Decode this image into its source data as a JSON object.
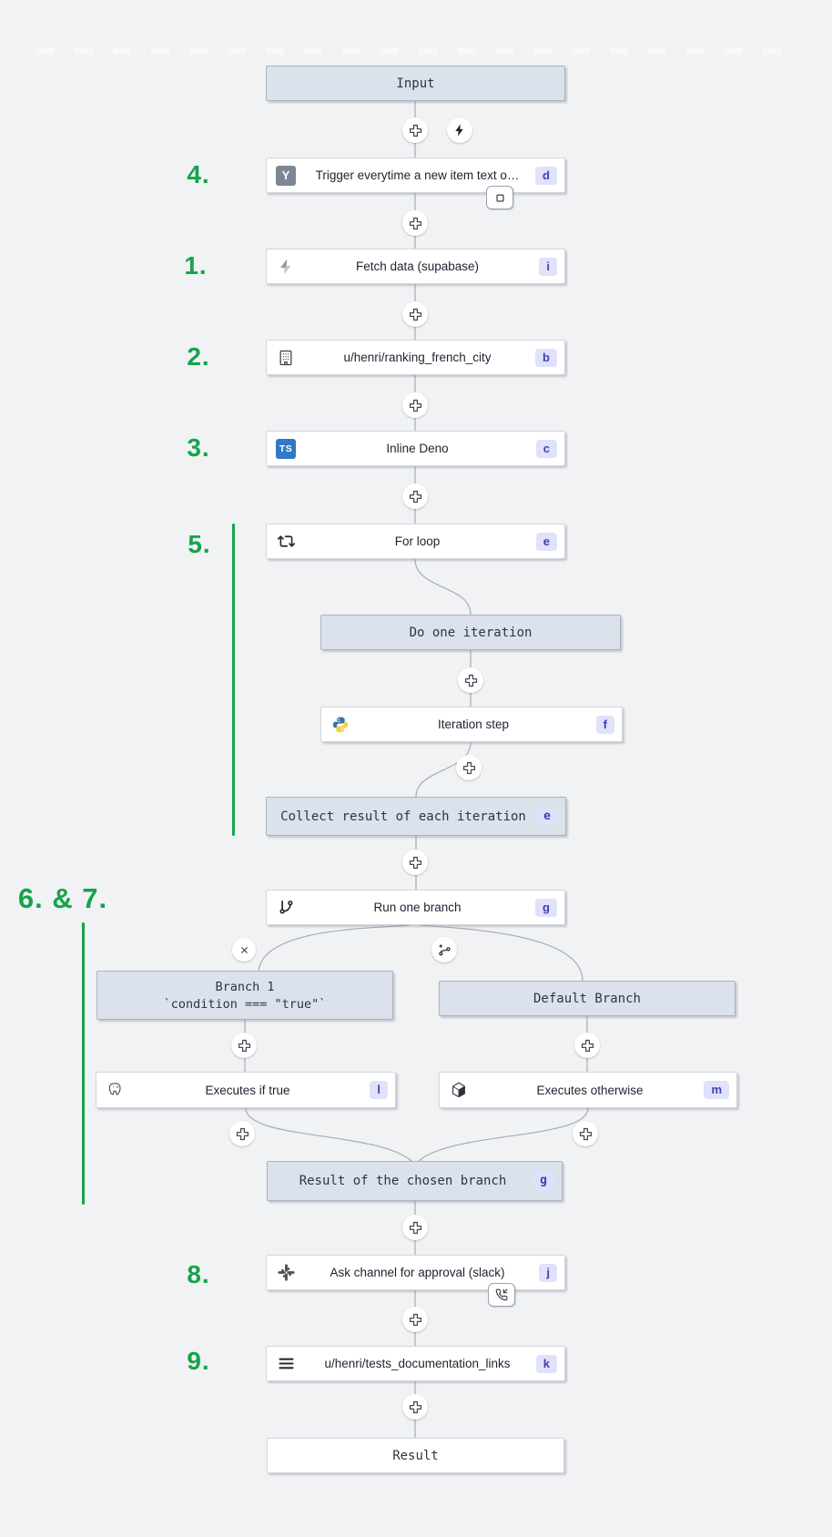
{
  "annotations": {
    "step_1": "1.",
    "step_2": "2.",
    "step_3": "3.",
    "step_4": "4.",
    "step_5": "5.",
    "step_6_7": "6. & 7.",
    "step_8": "8.",
    "step_9": "9."
  },
  "nodes": {
    "input": {
      "label": "Input"
    },
    "trigger": {
      "label": "Trigger everytime a new item text o…",
      "badge": "d",
      "icon": "hackernews-y-icon"
    },
    "fetch_data": {
      "label": "Fetch data (supabase)",
      "badge": "i",
      "icon": "supabase-bolt-icon"
    },
    "ranking_script": {
      "label": "u/henri/ranking_french_city",
      "badge": "b",
      "icon": "building-icon"
    },
    "inline_deno": {
      "label": "Inline Deno",
      "badge": "c",
      "icon": "typescript-icon"
    },
    "for_loop": {
      "label": "For loop",
      "badge": "e",
      "icon": "repeat-icon"
    },
    "do_one_iteration": {
      "label": "Do one iteration"
    },
    "iteration_step": {
      "label": "Iteration step",
      "badge": "f",
      "icon": "python-icon"
    },
    "collect_results": {
      "label": "Collect result of each iteration",
      "badge": "e"
    },
    "run_one_branch": {
      "label": "Run one branch",
      "badge": "g",
      "icon": "git-branch-icon"
    },
    "branch_1": {
      "label": "Branch 1",
      "condition": "`condition === \"true\"`"
    },
    "default_branch": {
      "label": "Default Branch"
    },
    "executes_if_true": {
      "label": "Executes if true",
      "badge": "l",
      "icon": "postgresql-icon"
    },
    "executes_otherwise": {
      "label": "Executes otherwise",
      "badge": "m",
      "icon": "cube-icon"
    },
    "chosen_branch_result": {
      "label": "Result of the chosen branch",
      "badge": "g"
    },
    "ask_approval": {
      "label": "Ask channel for approval (slack)",
      "badge": "j",
      "icon": "slack-icon"
    },
    "tests_documentation": {
      "label": "u/henri/tests_documentation_links",
      "badge": "k",
      "icon": "menu-lines-icon"
    },
    "result": {
      "label": "Result"
    }
  },
  "icon_text": {
    "hackernews": "Y",
    "typescript": "TS"
  },
  "colors": {
    "background": "#f0f2f4",
    "annotation_green": "#16a34a",
    "label_box_bg": "#dbe2ec",
    "label_box_border": "#a9b4c2",
    "node_border": "#d2d6dd",
    "badge_bg": "#e0e2fb",
    "badge_text": "#4240b0",
    "wire": "#a6acb5"
  }
}
